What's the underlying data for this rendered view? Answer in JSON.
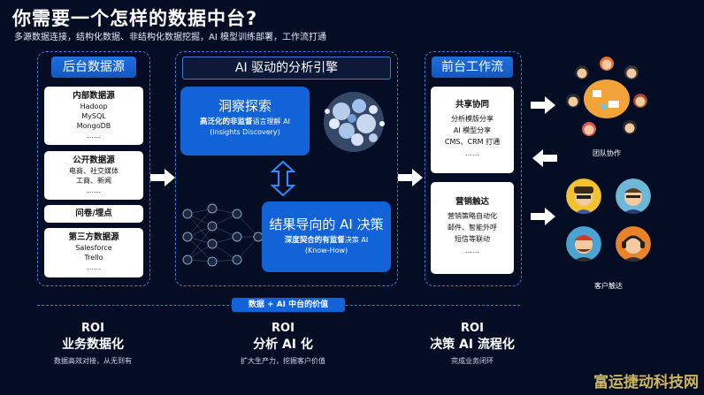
{
  "header": {
    "title": "你需要一个怎样的数据中台?",
    "subtitle": "多源数据连接，结构化数据、非结构化数据挖掘，AI 模型训练部署，工作流打通"
  },
  "left_panel": {
    "title": "后台数据源",
    "cards": [
      {
        "title": "内部数据源",
        "lines": [
          "Hadoop",
          "MySQL",
          "MongoDB",
          "……"
        ]
      },
      {
        "title": "公开数据源",
        "lines": [
          "电商、社交媒体",
          "工商、新闻",
          "……"
        ]
      },
      {
        "title": "问卷/埋点",
        "lines": []
      },
      {
        "title": "第三方数据源",
        "lines": [
          "Salesforce",
          "Trello",
          "……"
        ]
      }
    ]
  },
  "middle_panel": {
    "title": "AI 驱动的分析引擎",
    "insight": {
      "title": "洞察探索",
      "line1_bold": "高泛化的非监督",
      "line1_rest": "语言理解 AI",
      "line2": "(Insights Discovery)"
    },
    "decision": {
      "title": "结果导向的 AI 决策",
      "line1_bold": "深度契合的有监督",
      "line1_rest": "决策 AI",
      "line2": "(Know-How)"
    }
  },
  "right_panel": {
    "title": "前台工作流",
    "cards": [
      {
        "title": "共享协同",
        "lines": [
          "分析模版分享",
          "AI 模型分享",
          "CMS、CRM 打通",
          "……"
        ]
      },
      {
        "title": "营销触达",
        "lines": [
          "营销策略自动化",
          "邮件、智能外呼",
          "短信等联动",
          "……"
        ]
      }
    ]
  },
  "right_images": {
    "team_caption": "团队协作",
    "customer_caption": "客户触达"
  },
  "value_bar": {
    "label": "数据 + AI 中台的价值"
  },
  "roi": [
    {
      "top": "ROI",
      "main": "业务数据化",
      "desc": "数据高效对接，从无到有"
    },
    {
      "top": "ROI",
      "main": "分析 AI 化",
      "desc": "扩大生产力，挖掘客户价值"
    },
    {
      "top": "ROI",
      "main": "决策 AI 流程化",
      "desc": "完成业务闭环"
    }
  ],
  "watermark": "富运捷动科技网",
  "colors": {
    "background": "#050d24",
    "accent": "#1263d8",
    "dash": "#3f7ad8"
  }
}
